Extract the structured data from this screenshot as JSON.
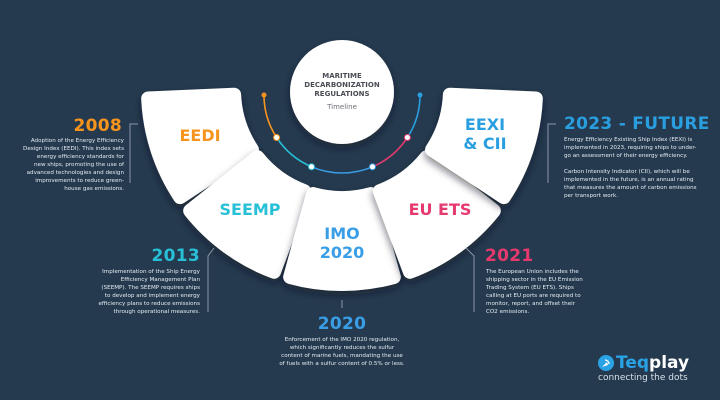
{
  "center": {
    "title_lines": [
      "MARITIME",
      "DECARBONIZATION",
      "REGULATIONS"
    ],
    "subtitle": "Timeline"
  },
  "colors": {
    "background": "#253a4f",
    "eedi": "#f7941d",
    "seemp": "#27c0d6",
    "imo": "#3a9ee6",
    "euets": "#e6396e",
    "eexi": "#2a9fe0"
  },
  "segments": [
    {
      "label": [
        "EEDI"
      ],
      "year": "2008",
      "text": [
        "Adoption of the Energy Efficiency",
        "Design Index (EEDI). This index sets",
        "energy efficiency standards for",
        "new ships, promoting the use of",
        "advanced technologies and design",
        "improvements to reduce green-",
        "house gas emissions."
      ]
    },
    {
      "label": [
        "SEEMP"
      ],
      "year": "2013",
      "text": [
        "Implementation of the Ship Energy",
        "Efficiency Management Plan",
        "(SEEMP). The SEEMP requires ships",
        "to develop and implement energy",
        "efficiency plans to reduce emissions",
        "through operational measures."
      ]
    },
    {
      "label": [
        "IMO",
        "2020"
      ],
      "year": "2020",
      "text": [
        "Enforcement of the IMO 2020 regulation,",
        "which significantly reduces the sulfur",
        "content of marine fuels, mandating the use",
        "of fuels with a sulfur content of 0.5% or less."
      ]
    },
    {
      "label": [
        "EU ETS"
      ],
      "year": "2021",
      "text": [
        "The European Union includes the",
        "shipping sector in the EU Emission",
        "Trading System (EU ETS). Ships",
        "calling at EU ports are required to",
        "monitor, report, and offset their",
        "CO2 emissions."
      ]
    },
    {
      "label": [
        "EEXI",
        "& CII"
      ],
      "year": "2023 - FUTURE",
      "text": [
        "Energy Efficiency Existing Ship Index (EEXI) is",
        "implemented in 2023, requiring ships to under-",
        "go an assessment of their energy efficiency.",
        "",
        "Carbon Intensity Indicator (CII), which will be",
        "implemented in the future, is an annual rating",
        "that measures the amount of carbon emissions",
        "per transport work."
      ]
    }
  ],
  "logo": {
    "name": "Teqplay",
    "name_part1": "Teq",
    "name_part2": "play",
    "tagline": "connecting the dots"
  }
}
